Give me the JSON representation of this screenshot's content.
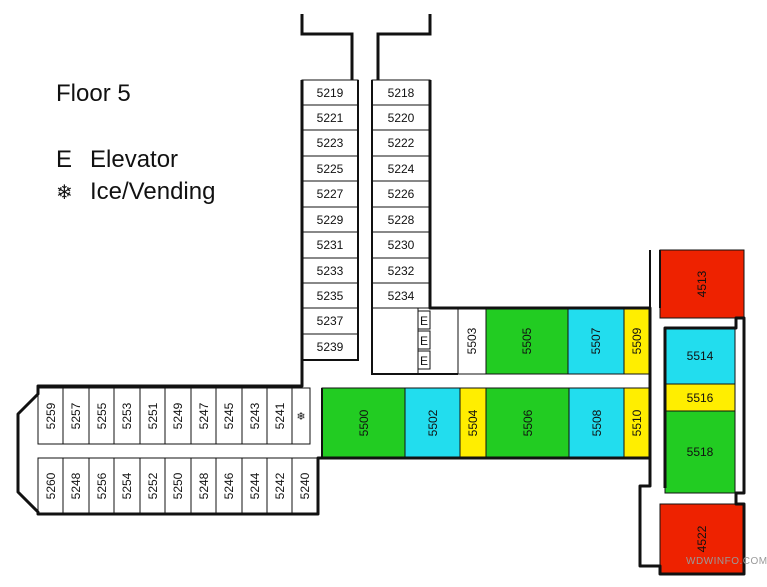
{
  "floor_title": "Floor 5",
  "legend": {
    "elevator_key": "E",
    "elevator_label": "Elevator",
    "ice_key": "❄",
    "ice_label": "Ice/Vending"
  },
  "watermark": "WDWINFO.COM",
  "colors": {
    "green": "#22cc22",
    "cyan": "#22ddee",
    "yellow": "#ffee00",
    "red": "#ee2200",
    "white": "#ffffff",
    "outline": "#111111"
  },
  "rooms": {
    "r5219": "5219",
    "r5218": "5218",
    "r5221": "5221",
    "r5220": "5220",
    "r5223": "5223",
    "r5222": "5222",
    "r5225": "5225",
    "r5224": "5224",
    "r5227": "5227",
    "r5226": "5226",
    "r5229": "5229",
    "r5228": "5228",
    "r5231": "5231",
    "r5230": "5230",
    "r5233": "5233",
    "r5232": "5232",
    "r5235": "5235",
    "r5234": "5234",
    "r5237": "5237",
    "r5239": "5239",
    "r5259": "5259",
    "r5257": "5257",
    "r5255": "5255",
    "r5253": "5253",
    "r5251": "5251",
    "r5249": "5249",
    "r5247": "5247",
    "r5245": "5245",
    "r5243": "5243",
    "r5241": "5241",
    "r5260": "5260",
    "r5248a": "5248",
    "r5256": "5256",
    "r5254": "5254",
    "r5252": "5252",
    "r5250": "5250",
    "r5248b": "5248",
    "r5246": "5246",
    "r5244": "5244",
    "r5242": "5242",
    "r5240": "5240",
    "r5503": "5503",
    "r5505": "5505",
    "r5507": "5507",
    "r5509": "5509",
    "r5500": "5500",
    "r5502": "5502",
    "r5504": "5504",
    "r5506": "5506",
    "r5508": "5508",
    "r5510": "5510",
    "r4513": "4513",
    "r5514": "5514",
    "r5516": "5516",
    "r5518": "5518",
    "r4522": "4522"
  },
  "markers": {
    "elevator": "E",
    "ice": "❄"
  }
}
